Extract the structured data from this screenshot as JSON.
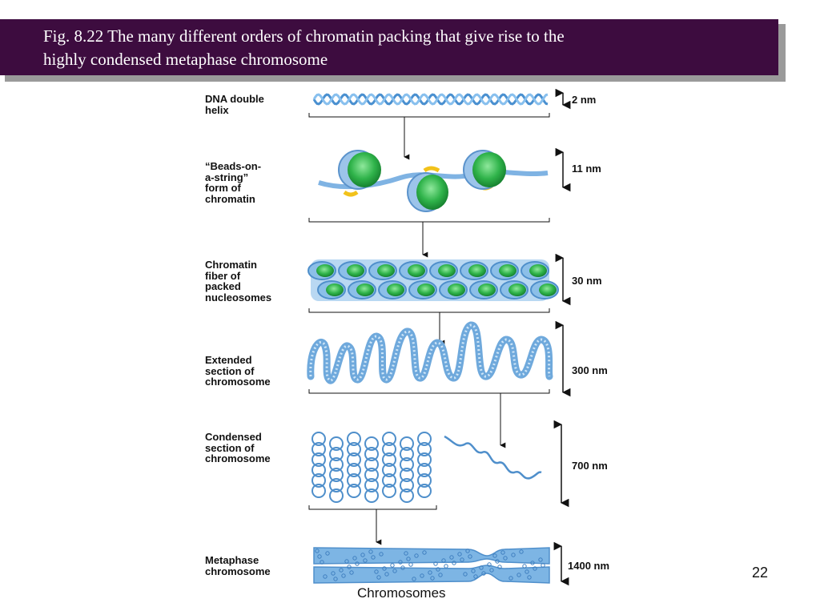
{
  "slide": {
    "title_line1": "Fig. 8.22  The many different orders of chromatin packing that give rise to the",
    "title_line2": "highly  condensed metaphase chromosome",
    "page_number": "22",
    "caption": "Chromosomes"
  },
  "levels": [
    {
      "label_lines": [
        "DNA double",
        "helix"
      ],
      "size": "2 nm"
    },
    {
      "label_lines": [
        "“Beads-on-",
        "a-string”",
        "form of",
        "chromatin"
      ],
      "size": "11 nm"
    },
    {
      "label_lines": [
        "Chromatin",
        "fiber of",
        "packed",
        "nucleosomes"
      ],
      "size": "30 nm"
    },
    {
      "label_lines": [
        "Extended",
        "section of",
        "chromosome"
      ],
      "size": "300 nm"
    },
    {
      "label_lines": [
        "Condensed",
        "section of",
        "chromosome"
      ],
      "size": "700 nm"
    },
    {
      "label_lines": [
        "Metaphase",
        "chromosome"
      ],
      "size": "1400 nm"
    }
  ],
  "colors": {
    "title_bg": "#3d0c3f",
    "dna": "#5aa0d8",
    "nucleosome": "#2fb34a",
    "linker": "#f2c21a"
  }
}
